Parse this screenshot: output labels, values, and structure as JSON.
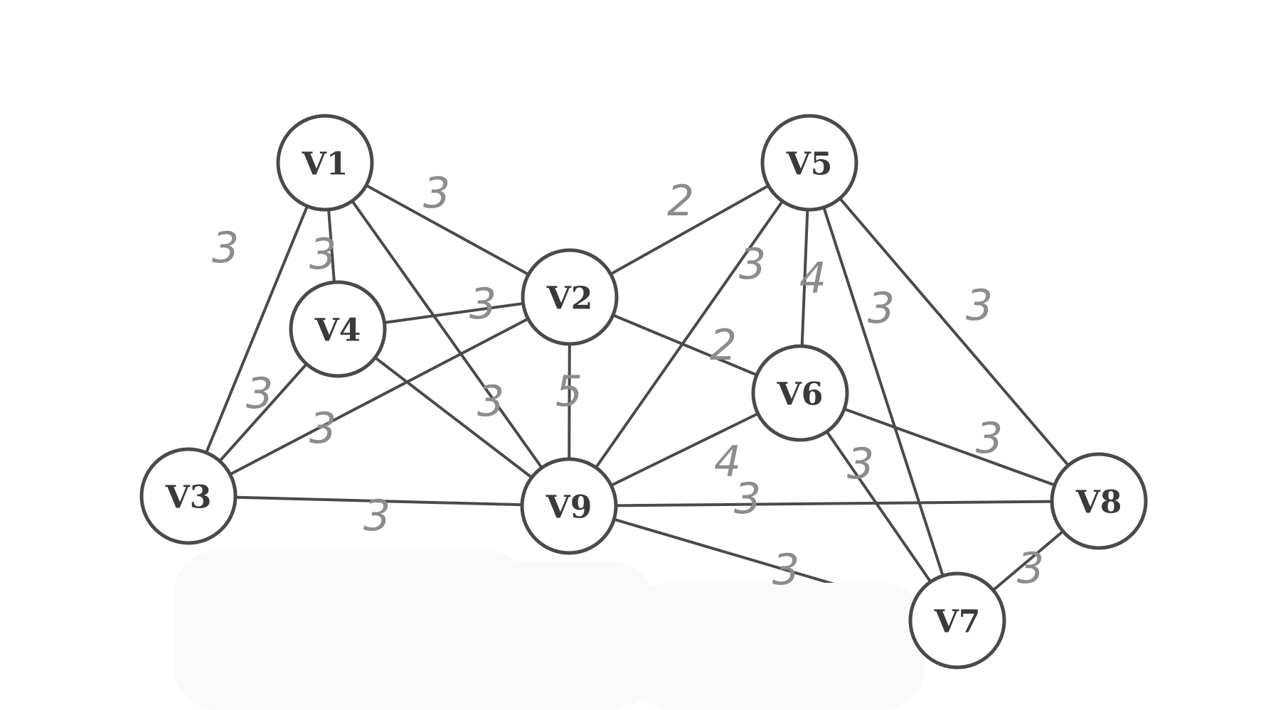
{
  "graph": {
    "nodes": [
      {
        "id": "V1",
        "label": "V1"
      },
      {
        "id": "V2",
        "label": "V2"
      },
      {
        "id": "V3",
        "label": "V3"
      },
      {
        "id": "V4",
        "label": "V4"
      },
      {
        "id": "V5",
        "label": "V5"
      },
      {
        "id": "V6",
        "label": "V6"
      },
      {
        "id": "V7",
        "label": "V7"
      },
      {
        "id": "V8",
        "label": "V8"
      },
      {
        "id": "V9",
        "label": "V9"
      }
    ],
    "edges": [
      {
        "from": "V1",
        "to": "V2",
        "weight": "3"
      },
      {
        "from": "V1",
        "to": "V3",
        "weight": "3"
      },
      {
        "from": "V1",
        "to": "V4",
        "weight": "3"
      },
      {
        "from": "V1",
        "to": "V9",
        "weight": "3"
      },
      {
        "from": "V4",
        "to": "V2",
        "weight": "3"
      },
      {
        "from": "V4",
        "to": "V3",
        "weight": "3"
      },
      {
        "from": "V4",
        "to": "V9",
        "weight": ""
      },
      {
        "from": "V3",
        "to": "V2",
        "weight": "3"
      },
      {
        "from": "V3",
        "to": "V9",
        "weight": "3"
      },
      {
        "from": "V2",
        "to": "V9",
        "weight": "5"
      },
      {
        "from": "V2",
        "to": "V5",
        "weight": "2"
      },
      {
        "from": "V2",
        "to": "V6",
        "weight": "2"
      },
      {
        "from": "V5",
        "to": "V9",
        "weight": "3"
      },
      {
        "from": "V5",
        "to": "V6",
        "weight": "4"
      },
      {
        "from": "V5",
        "to": "V7",
        "weight": "3"
      },
      {
        "from": "V5",
        "to": "V8",
        "weight": "3"
      },
      {
        "from": "V6",
        "to": "V9",
        "weight": "4"
      },
      {
        "from": "V6",
        "to": "V8",
        "weight": "3"
      },
      {
        "from": "V6",
        "to": "V7",
        "weight": "3"
      },
      {
        "from": "V9",
        "to": "V8",
        "weight": "3"
      },
      {
        "from": "V9",
        "to": "V7",
        "weight": "3"
      },
      {
        "from": "V8",
        "to": "V7",
        "weight": "3"
      }
    ]
  }
}
